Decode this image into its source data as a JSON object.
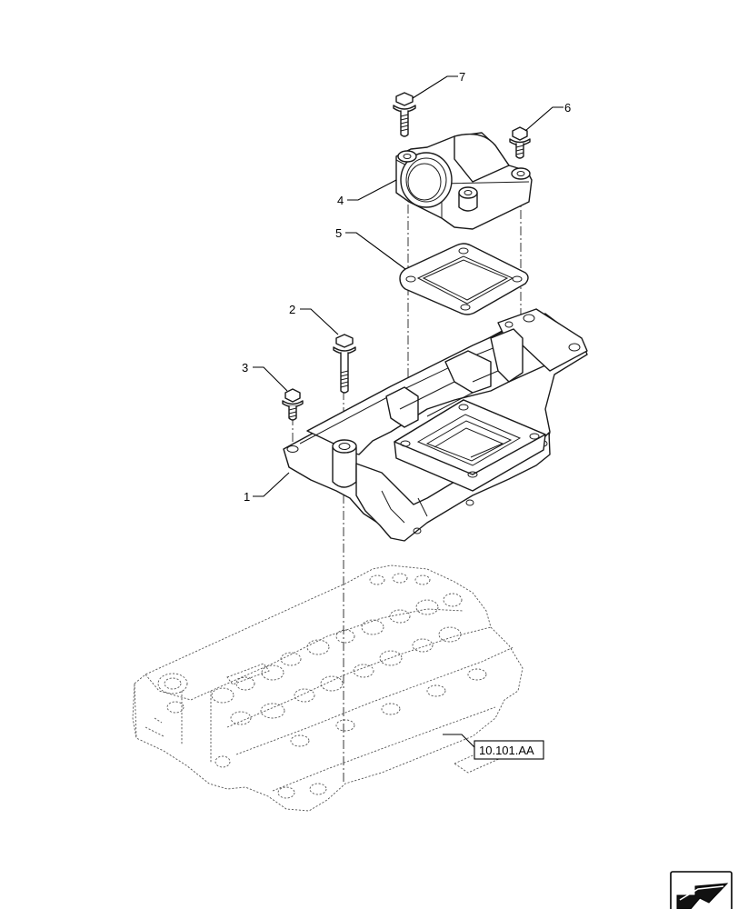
{
  "callouts": [
    {
      "id": "1",
      "label": "1",
      "part": "intake manifold"
    },
    {
      "id": "2",
      "label": "2",
      "part": "long bolt"
    },
    {
      "id": "3",
      "label": "3",
      "part": "short bolt"
    },
    {
      "id": "4",
      "label": "4",
      "part": "air inlet elbow"
    },
    {
      "id": "5",
      "label": "5",
      "part": "gasket"
    },
    {
      "id": "6",
      "label": "6",
      "part": "screw"
    },
    {
      "id": "7",
      "label": "7",
      "part": "bolt"
    }
  ],
  "reference": {
    "label": "10.101.AA"
  },
  "nav": {
    "icon": "next-page-arrow-icon"
  }
}
